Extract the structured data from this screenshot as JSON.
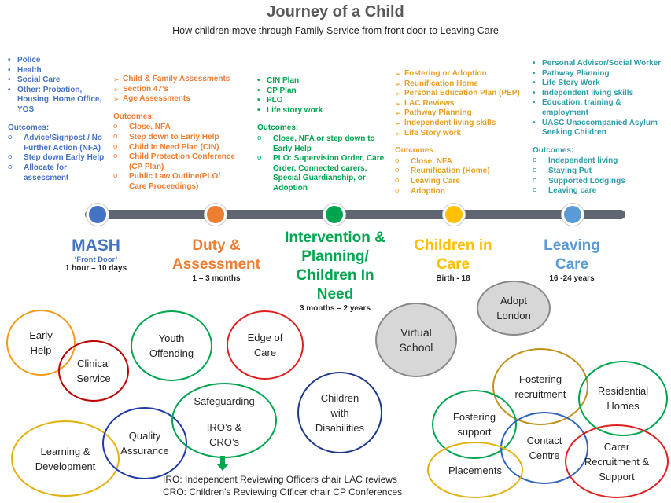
{
  "title": "Journey of a Child",
  "subtitle": "How children move through Family Service from front door to Leaving Care",
  "columns": {
    "mash": {
      "items": [
        "Police",
        "Health",
        "Social Care",
        "Other: Probation, Housing, Home Office, YOS"
      ],
      "outcomes_label": "Outcomes:",
      "outcomes": [
        "Advice/Signpost / No Further Action (NFA)",
        "Step down Early Help",
        "Allocate for assessment"
      ]
    },
    "duty": {
      "items": [
        "Child & Family Assessments",
        "Section 47’s",
        "Age Assessments"
      ],
      "outcomes_label": "Outcomes:",
      "outcomes": [
        "Close, NFA",
        "Step down to Early Help",
        "Child In Need Plan (CIN)",
        "Child Protection Conference (CP Plan)",
        "Public Law Outline(PLO/ Care Proceedings)"
      ]
    },
    "intervention": {
      "items": [
        "CIN Plan",
        "CP Plan",
        "PLO",
        "Life story work"
      ],
      "outcomes_label": "Outcomes:",
      "outcomes": [
        "Close, NFA or step down to Early Help",
        "PLO: Supervision Order, Care Order, Connected carers, Special Guardianship, or Adoption"
      ]
    },
    "children_in_care": {
      "items": [
        "Fostering or Adoption",
        "Reunification Home",
        "Personal Education Plan (PEP)",
        "LAC Reviews",
        "Pathway Planning",
        "Independent living skills",
        "Life Story work"
      ],
      "outcomes_label": "Outcomes",
      "outcomes": [
        "Close, NFA",
        "Reunification (Home)",
        "Leaving Care",
        "Adoption"
      ]
    },
    "leaving_care": {
      "items": [
        "Personal Advisor/Social Worker",
        "Pathway Planning",
        "Life Story Work",
        "Independent living skills",
        "Education, training & employment",
        "UASC Unaccompanied Asylum Seeking Children"
      ],
      "outcomes_label": "Outcomes:",
      "outcomes": [
        "Independent living",
        "Staying Put",
        "Supported Lodgings",
        "Leaving care"
      ]
    }
  },
  "stages": [
    {
      "name": "MASH",
      "note": "‘Front Door’",
      "sub": "1 hour – 10 days",
      "color": "#4472c4"
    },
    {
      "name": "Duty & Assessment",
      "sub": "1 – 3 months",
      "color": "#ed7d31"
    },
    {
      "name": "Intervention & Planning/ Children In Need",
      "sub": "3 months – 2 years",
      "color": "#00a54f"
    },
    {
      "name": "Children in Care",
      "sub": "Birth - 18",
      "color": "#ffc000"
    },
    {
      "name": "Leaving Care",
      "sub": "16 -24 years",
      "color": "#5b9bd5"
    }
  ],
  "services": {
    "early_help": "Early Help",
    "clinical_service": "Clinical Service",
    "youth_offending": "Youth Offending",
    "edge_of_care": "Edge of Care",
    "virtual_school": "Virtual School",
    "adopt_london": "Adopt London",
    "learning_development": "Learning & Development",
    "quality_assurance": "Quality Assurance",
    "safeguarding": "Safeguarding",
    "iros_cros": "IRO’s & CRO’s",
    "children_with_disabilities": "Children with Disabilities",
    "fostering_recruitment": "Fostering recruitment",
    "residential_homes": "Residential Homes",
    "fostering_support": "Fostering support",
    "contact_centre": "Contact Centre",
    "carer_recruitment": "Carer Recruitment & Support",
    "placements": "Placements"
  },
  "footnote": {
    "iro": "IRO: Independent Reviewing Officers chair LAC reviews",
    "cro": "CRO: Children’s Reviewing Officer chair CP Conferences"
  }
}
